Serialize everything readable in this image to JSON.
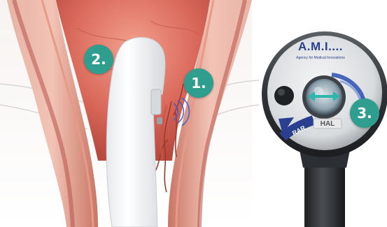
{
  "callouts": [
    {
      "number": "1.",
      "color": "#2f9e8f"
    },
    {
      "number": "2.",
      "color": "#2f9e8f"
    },
    {
      "number": "3.",
      "color": "#2f9e8f"
    }
  ],
  "device": {
    "brand": "A.M.I....",
    "tagline": "Agency for Medical Innovations",
    "hal_label": "HAL",
    "rar_label": "RAR",
    "accent_color": "#2a3f8f"
  }
}
